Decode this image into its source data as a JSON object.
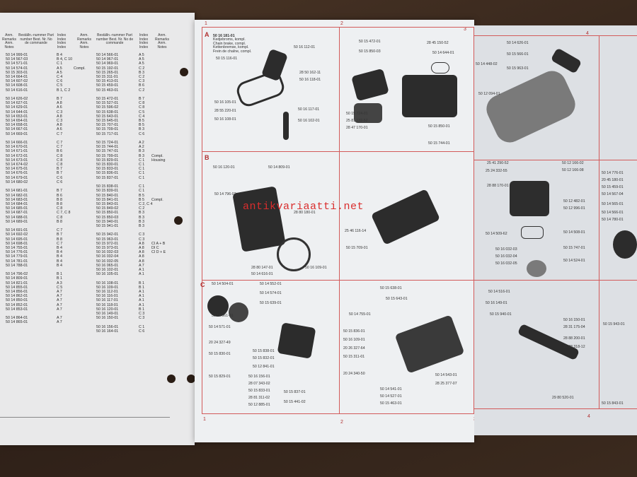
{
  "watermark": "antikvariaatti.net",
  "columns": {
    "top": [
      "1",
      "2",
      "3",
      "4"
    ],
    "bottom": [
      "1",
      "2",
      "3",
      "4"
    ]
  },
  "sections": [
    "A",
    "B",
    "C"
  ],
  "headers": {
    "col1": "Anm.\nRemarks\nAnm.\nNotes",
    "col2": "Beställn.-nummer\nPart number\nBest. Nr.\nNo de commande",
    "col3": "Index\nIndex\nIndex\nIndex",
    "col4": "Anm.\nRemarks\nAnm.\nNotes",
    "col5": "Beställn.-nummer\nPart number\nBest. Nr.\nNo de commande",
    "col6": "Index\nIndex\nIndex\nIndex",
    "col7": "Anm.\nRemarks\nAnm.\nNotes"
  },
  "left_table": {
    "partnos_1": "50 14 999-01\n50 14 567-03\n50 14 571-01\n50 14 574-01\n50 15 303-01\n50 14 664-01\n50 14 607-02\n50 14 608-01\n50 14 616-01\n\n50 14 626-02\n50 14 627-01\n50 14 629-01\n50 14 644-01\n50 14 653-01\n50 14 654-01\n50 14 658-01\n50 14 667-01\n50 14 669-01\n\n50 14 666-01\n50 14 670-01\n50 14 671-01\n50 14 672-01\n50 14 673-01\n50 14 674-02\n50 14 675-01\n50 14 676-01\n50 14 679-01\n50 14 680-02\n\n50 14 681-01\n50 14 682-01\n50 14 683-01\n50 14 684-01\n50 14 685-01\n50 14 687-01\n50 14 688-01\n50 14 689-01\n\n50 14 691-01\n50 14 692-02\n50 14 695-01\n50 14 698-01\n50 14 755-01\n50 14 776-01\n50 14 779-01\n50 14 781-01\n50 14 788-01\n\n50 14 796-02\n50 14 809-01\n50 14 821-01\n50 14 855-01\n50 14 856-01\n50 14 862-01\n50 14 850-01\n50 14 852-01\n50 14 853-01\n\n50 14 864-01\n50 14 865-01",
    "index_1": "B 4\nB 4, C 10\nC 1\nA 5\nA 5\nC 4\nC 6\nC 5\nB 1, C 2\n\nB 7\nA 8\nA 6\nC 3\nA 8\nC 3\nA 8\nA 6\nC 7\n\nC 7\nC 7\nB 6\nC 8\nC 8\nC 8\nB 7\nB 7\nC 6\nC 6\n\nB 7\nB 6\nB 8\nB 8\nC 8\nC 7, C 8\nC 8\nB 8\n\nC 7\nB 7\nB 8\nC 7\nB 4\nB 4\nB 4\nB 4\nB 4\n\nB 1\nB 1\nA 3\nC 5\nA 7\nA 7\nA 7\nA 7\nA 7\n\nA 7\nA 7",
    "remark_1": "Compl.",
    "partnos_2": "50 14 566-01\n50 14 967-01\n50 14 969-01\n50 15 192-01\n50 15 265-01\n50 15 311-01\n50 15 413-01\n50 15 459-01\n50 15 463-01\n\n50 15 472-01\n50 15 527-01\n50 15 596-02\n50 15 638-01\n50 15 643-01\n50 15 645-01\n50 15 707-01\n50 15 709-01\n50 15 717-01\n\n50 15 724-01\n50 15 744-01\n50 15 747-01\n50 15 799-01\n50 15 829-01\n50 15 830-01\n50 15 833-01\n50 15 836-01\n50 15 837-01\n\n50 15 838-01\n50 15 839-01\n50 15 840-01\n50 15 841-01\n50 15 843-01\n50 15 849-02\n50 15 850-01\n50 15 850-03\n50 15 940-01\n50 15 941-01\n\n50 15 942-01\n50 15 963-01\n50 15 972-01\n50 15 973-01\n50 16 032-03\n50 16 032-04\n50 16 032-05\n50 16 065-01\n50 16 102-01\n50 16 105-01\n\n50 16 108-01\n50 16 109-01\n50 16 112-01\n50 16 116-01\n50 16 117-01\n50 16 118-01\n50 16 120-01\n50 16 149-01\n50 16 150-01\n\n50 16 156-01\n50 16 164-01",
    "index_2": "A 5\nA 5\nA 5\nC 2\nB 3\nC 2\nC 3\nB 6\nC 2\n\nB 7\nC 8\nC 8\nC 5\nC 4\nB 5\nB 5\nB 3\nC 6\n\nA 2\nA 2\nB 3\nB 3\nC 1\nC 1\nC 1\nC 1\nC 1\n\nC 1\nC 1\nB 5\nB 5\nC 2, C 4\nC 2\nB 3\nB 3\nB 3\nB 3\n\nC 3\nC 3\nA 8\nA 8\nA 8\nA 8\nA 8\nA 7\nA 1\nA 1\n\nB 1\nB 1\nA 1\nA 1\nA 1\nA 1\nB 1\nC 3\nC 3\n\nC 1\nC 6",
    "remark_2a": "Compl.\nHousing",
    "remark_2b": "Compl.",
    "remark_2c": "CI A + B\nDI C\nCI D + E"
  },
  "middle_labels": {
    "a1": "50 16 181-01",
    "a1_desc": "Kedjebroms, kompl.\nChain brake, compl.\nKettenbremse, kompl.\nFrein de chaîne, compl.",
    "a2": "50 16 112-01",
    "a3": "50 15 116-01",
    "a4": "28 50 162-11",
    "a5": "50 16 118-01",
    "a6": "50 16 105-01",
    "a7": "28 55 220-01",
    "a8": "50 16 117-01",
    "a9": "50 16 102-01",
    "a10": "50 16 108-01",
    "a11": "50 15 472-01",
    "a12": "28 45 150-52",
    "a13": "50 15 850-03",
    "a14": "50 14 644-01",
    "a15": "50 15 724-01",
    "a16": "25 81 132-52",
    "a17": "28 47 170-01",
    "a18": "50 15 850-01",
    "a19": "50 15 744-01",
    "b1": "50 16 120-01",
    "b2": "50 14 809-01",
    "b3": "50 14 796-02",
    "b4": "28 80 180-01",
    "b5": "28 80 147-01",
    "b6": "50 16 109-01",
    "b7": "50 14 616-01",
    "b8": "25 46 116-14",
    "b9": "50 15 709-01",
    "c1": "50 14 504-01",
    "c2": "50 14 552-01",
    "c3": "50 14 574-01",
    "c4": "50 15 639-01",
    "c5": "50 14 561-01",
    "c6": "50 14 571-01",
    "c7": "20 24 327-49",
    "c8": "50 15 830-01",
    "c9": "50 15 838-01",
    "c10": "50 15 832-01",
    "c11": "50 12 841-01",
    "c12": "50 15 829-01",
    "c13": "50 16 156-01",
    "c14": "28 07 343-02",
    "c15": "50 15 833-01",
    "c16": "28 81 311-02",
    "c17": "50 12 885-01",
    "c18": "50 15 837-01",
    "c19": "50 15 441-02",
    "c20": "50 15 638-01",
    "c21": "50 15 643-01",
    "c22": "50 14 755-01",
    "c23": "50 15 836-01",
    "c24": "50 16 109-01",
    "c25": "20 26 327-64",
    "c26": "50 15 311-01",
    "c27": "20 24 340-50",
    "c28": "50 14 541-01",
    "c29": "50 14 527-01",
    "c30": "50 15 463-01",
    "c31": "50 14 543-01",
    "c32": "28 25 377-07"
  },
  "right_labels": {
    "r1": "50 14 626-01",
    "r2": "50 15 566-01",
    "r3": "50 15 963-01",
    "r4": "50 14 448-02",
    "r5": "50 12 094-01",
    "r6": "25 41 290-52",
    "r7": "25 24 332-55",
    "r8": "50 12 166-02",
    "r9": "50 12 166-08",
    "r10": "28 88 170-01",
    "r11": "50 12 482-01",
    "r12": "50 12 996-01",
    "r13": "50 14 509-62",
    "r14": "50 14 508-01",
    "r15": "50 16 032-03",
    "r16": "50 16 032-04",
    "r17": "50 16 032-05",
    "r18": "50 15 747-01",
    "r19": "50 14 524-01",
    "r20": "50 14 516-01",
    "r21": "50 16 149-01",
    "r22": "50 15 940-01",
    "r23": "50 16 150-01",
    "r24": "28 31 175-04",
    "r25": "28 88 200-01",
    "r26": "25 08 318-12",
    "r27": "29 80 520-01",
    "r28": "50 14 776-01",
    "r29": "20 45 180-01",
    "r30": "50 15 459-01",
    "r31": "50 14 567-04",
    "r32": "50 14 565-01",
    "r33": "50 14 566-01",
    "r34": "50 14 780-01",
    "r35": "50 15 943-01",
    "r36": "50 15 843-01"
  }
}
